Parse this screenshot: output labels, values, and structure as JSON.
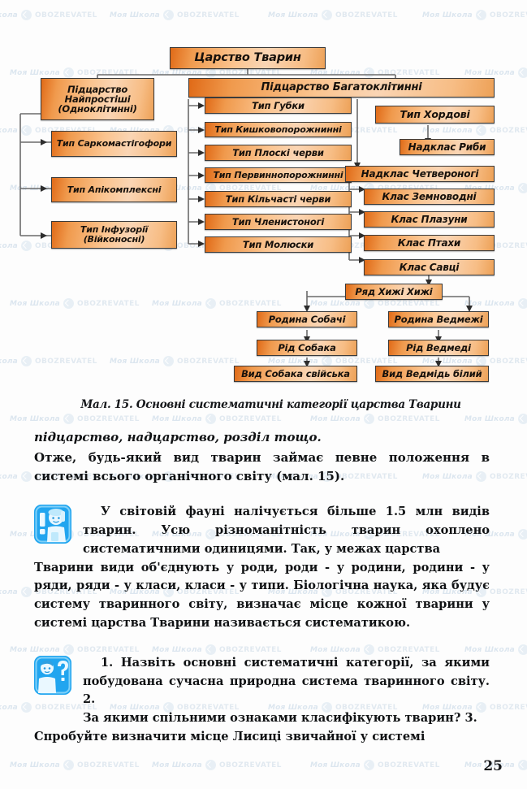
{
  "page": {
    "number": "25",
    "watermark": {
      "school": "Моя Школа",
      "brand": "OBOZREVATEL",
      "logo_icon": "circle-arrow-icon"
    }
  },
  "figure": {
    "caption": "Мал. 15. Основні систематичні категорії царства Тварини",
    "nodes": {
      "kingdom": "Царство Тварин",
      "subkingdom_protozoa": "Підцарство Найпростіші (Одноклітинні)",
      "subkingdom_metazoa": "Підцарство Багатоклітинні",
      "type_sarcomastigophora": "Тип Саркомастігофори",
      "type_apicomplexa": "Тип Апікомплексні",
      "type_infusoria": "Тип Інфузорії (Війконосні)",
      "type_sponges": "Тип Губки",
      "type_coelenterata": "Тип Кишковопорожнинні",
      "type_flatworms": "Тип Плоскі черви",
      "type_nematoda": "Тип Первиннопорожнинні",
      "type_annelida": "Тип Кільчасті черви",
      "type_arthropoda": "Тип Членистоногі",
      "type_mollusca": "Тип Молюски",
      "type_chordata": "Тип Хордові",
      "superclass_fish": "Надклас Риби",
      "superclass_tetrapods": "Надклас Четвероногі",
      "class_amphibia": "Клас Земноводні",
      "class_reptilia": "Клас Плазуни",
      "class_aves": "Клас Птахи",
      "class_mammalia": "Клас Савці",
      "order_carnivora": "Ряд Хижі Хижі",
      "family_canidae": "Родина Собачі",
      "family_ursidae": "Родина Ведмежі",
      "genus_canis": "Рід Собака",
      "genus_ursus": "Рід Ведмеді",
      "species_dog": "Вид Собака свійська",
      "species_polar_bear": "Вид Ведмідь білий"
    }
  },
  "text": {
    "line_terms": "підцарство, надцарство, розділ тощо.",
    "para_conclusion": "Отже, будь-який вид тварин  займає певне положення в системі всього органічного світу (мал. 15).",
    "info_block": {
      "icon": "exclamation-person-icon",
      "line1": "У світовій фауні налічується більше 1.5 млн видів тварин. Усю різноманітність тварин охоплено систематичними одиницями. Так, у межах царства",
      "line2": "Тварини види об'єднують у роди, роди - у родини, родини - у ряди, ряди - у класи, класи - у типи. Біологічна наука, яка будує систему тваринного світу, визначає місце кожної тварини у системі царства Тварини називається систематикою."
    },
    "question_block": {
      "icon": "question-person-icon",
      "line1": "1. Назвіть основні систематичні категорії, за якими побудована сучасна природна система тваринного світу. 2.",
      "line2": "За якими спільними ознаками класифікують тварин? 3.",
      "line3": "Спробуйте визначити місце   Лисиці звичайної у системі"
    }
  }
}
